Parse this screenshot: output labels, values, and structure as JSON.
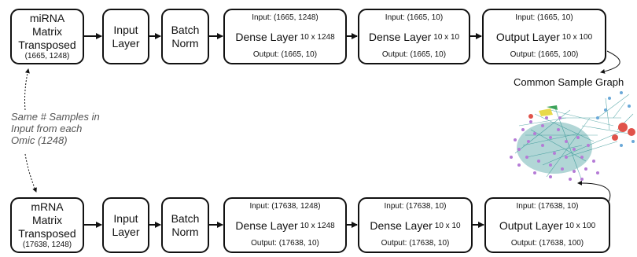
{
  "top_row": {
    "matrix": {
      "line1": "miRNA",
      "line2": "Matrix",
      "line3": "Transposed",
      "shape": "(1665, 1248)"
    },
    "input_layer": {
      "line1": "Input",
      "line2": "Layer"
    },
    "batch_norm": {
      "line1": "Batch",
      "line2": "Norm"
    },
    "dense1": {
      "input": "Input: (1665, 1248)",
      "name": "Dense Layer",
      "dims": "10 x 1248",
      "output": "Output: (1665, 10)"
    },
    "dense2": {
      "input": "Input: (1665, 10)",
      "name": "Dense Layer",
      "dims": "10 x 10",
      "output": "Output: (1665, 10)"
    },
    "output_layer": {
      "input": "Input: (1665, 10)",
      "name": "Output Layer",
      "dims": "10 x 100",
      "output": "Output: (1665, 100)"
    }
  },
  "bottom_row": {
    "matrix": {
      "line1": "mRNA",
      "line2": "Matrix",
      "line3": "Transposed",
      "shape": "(17638, 1248)"
    },
    "input_layer": {
      "line1": "Input",
      "line2": "Layer"
    },
    "batch_norm": {
      "line1": "Batch",
      "line2": "Norm"
    },
    "dense1": {
      "input": "Input: (17638, 1248)",
      "name": "Dense Layer",
      "dims": "10 x 1248",
      "output": "Output: (17638, 10)"
    },
    "dense2": {
      "input": "Input: (17638, 10)",
      "name": "Dense Layer",
      "dims": "10 x 10",
      "output": "Output: (17638, 10)"
    },
    "output_layer": {
      "input": "Input: (17638, 10)",
      "name": "Output Layer",
      "dims": "10 x 100",
      "output": "Output: (17638, 100)"
    }
  },
  "note": {
    "line1": "Same # Samples in",
    "line2": "Input from each",
    "line3": "Omic (1248)"
  },
  "graph": {
    "title": "Common Sample Graph"
  },
  "colors": {
    "border": "#111111",
    "note_text": "#555555",
    "node_purple": "#b57bd6",
    "edge_teal": "#1f8a8a",
    "node_red": "#e0524a",
    "node_yellow": "#e8d94a",
    "node_blue": "#6aa8d8"
  }
}
